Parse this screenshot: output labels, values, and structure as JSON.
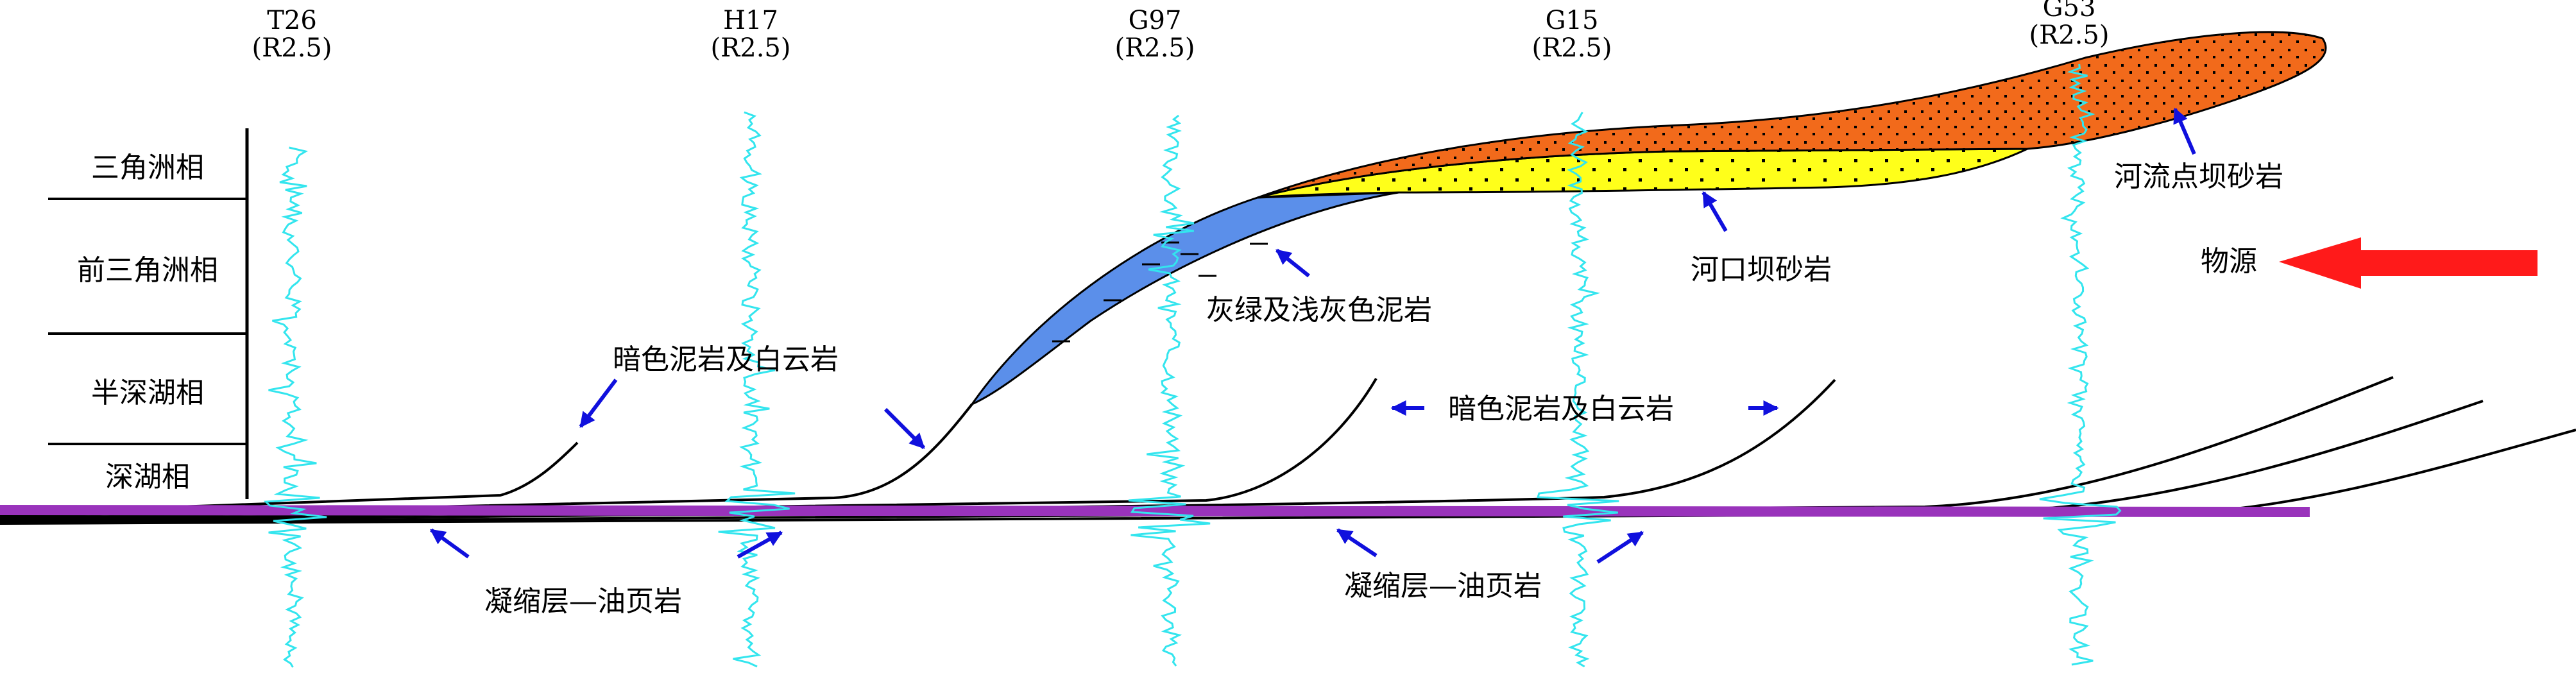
{
  "wells": [
    {
      "name": "T26",
      "curve": "(R2.5)"
    },
    {
      "name": "H17",
      "curve": "(R2.5)"
    },
    {
      "name": "G97",
      "curve": "(R2.5)"
    },
    {
      "name": "G15",
      "curve": "(R2.5)"
    },
    {
      "name": "G53",
      "curve": "(R2.5)"
    }
  ],
  "facies_column": {
    "rows": [
      "三角洲相",
      "前三角洲相",
      "半深湖相",
      "深湖相"
    ]
  },
  "annotations": {
    "point_bar_sandstone": "河流点坝砂岩",
    "mouth_bar_sandstone": "河口坝砂岩",
    "greygreen_mudstone": "灰绿及浅灰色泥岩",
    "dark_mudstone_dolomite_left": "暗色泥岩及白云岩",
    "dark_mudstone_dolomite_right": "暗色泥岩及白云岩",
    "condensed_oil_shale_left": "凝缩层—油页岩",
    "condensed_oil_shale_right": "凝缩层—油页岩",
    "provenance": "物源"
  },
  "colors": {
    "point_bar_fill": "#f26a1b",
    "mouth_bar_fill": "#ffff1a",
    "mudstone_fill": "#5b8fea",
    "condensed_layer": "#9933bb",
    "log_curve": "#33e5ee",
    "annotation_arrow": "#1010dd",
    "provenance_arrow": "#ff1a1a"
  }
}
